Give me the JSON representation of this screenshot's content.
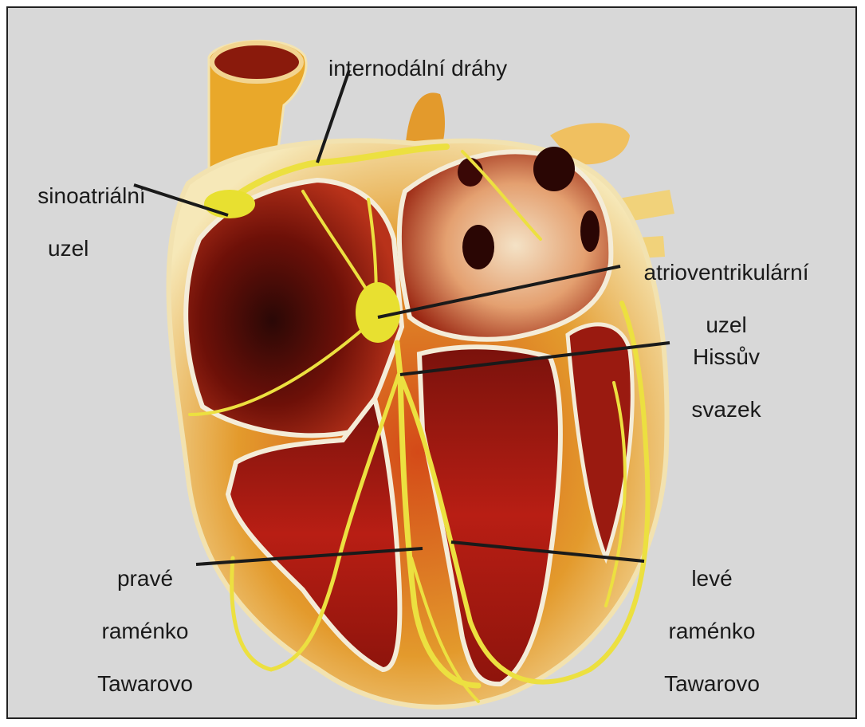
{
  "colors": {
    "background": "#d8d8d8",
    "tissue_dark": "#7a0f0f",
    "tissue_red": "#b01c14",
    "outer_yellow": "#e8b030",
    "conduction": "#e8e030",
    "line": "#1a1a1a"
  },
  "labels": {
    "internodal": "internodální dráhy",
    "sa_node_1": "sinoatriální",
    "sa_node_2": "uzel",
    "av_node_1": "atrioventrikulární",
    "av_node_2": "uzel",
    "his_1": "Hissův",
    "his_2": "svazek",
    "right_bundle_1": "pravé",
    "right_bundle_2": "raménko",
    "right_bundle_3": "Tawarovo",
    "left_bundle_1": "levé",
    "left_bundle_2": "raménko",
    "left_bundle_3": "Tawarovo"
  }
}
